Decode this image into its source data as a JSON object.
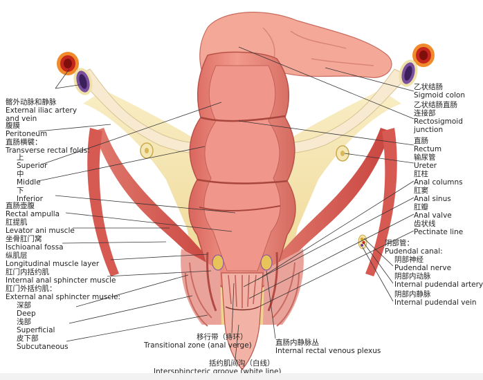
{
  "colors": {
    "bowel": "#e9837a",
    "bowel_highlight": "#f6b4a6",
    "bowel_dark": "#c45a52",
    "fat": "#f3e3a4",
    "muscle": "#d9534f",
    "peritoneum": "#f7e9c8",
    "artery": "#d7301f",
    "vein": "#6a3d9a",
    "line": "#333333"
  },
  "icons": [
    "artery-cross-section",
    "vein-cross-section",
    "ureter-cross-section",
    "pudendal-vessels"
  ],
  "left": [
    {
      "cn": "髂外动脉和静脉",
      "en": "External iliac artery\nand vein"
    },
    {
      "cn": "腹膜",
      "en": "Peritoneum"
    },
    {
      "cn": "直肠横襞：",
      "en": "Transverse rectal folds:"
    },
    {
      "cn": "上",
      "en": "Superior"
    },
    {
      "cn": "中",
      "en": "Middle"
    },
    {
      "cn": "下",
      "en": "Inferior"
    },
    {
      "cn": "直肠壶腹",
      "en": "Rectal ampulla"
    },
    {
      "cn": "肛提肌",
      "en": "Levator ani muscle"
    },
    {
      "cn": "坐骨肛门窝",
      "en": "Ischioanal fossa"
    },
    {
      "cn": "纵肌层",
      "en": "Longitudinal muscle layer"
    },
    {
      "cn": "肛门内括约肌",
      "en": "Internal anal sphincter muscle"
    },
    {
      "cn": "肛门外括约肌：",
      "en": "External anal sphincter muscle:"
    },
    {
      "cn": "深部",
      "en": "Deep"
    },
    {
      "cn": "浅部",
      "en": "Superficial"
    },
    {
      "cn": "皮下部",
      "en": "Subcutaneous"
    }
  ],
  "right": [
    {
      "cn": "乙状结肠",
      "en": "Sigmoid colon"
    },
    {
      "cn": "乙状结肠直肠\n连接部",
      "en": "Rectosigmoid\njunction"
    },
    {
      "cn": "直肠",
      "en": "Rectum"
    },
    {
      "cn": "输尿管",
      "en": "Ureter"
    },
    {
      "cn": "肛柱",
      "en": "Anal columns"
    },
    {
      "cn": "肛窦",
      "en": "Anal sinus"
    },
    {
      "cn": "肛瓣",
      "en": "Anal valve"
    },
    {
      "cn": "齿状线",
      "en": "Pectinate line"
    },
    {
      "cn": "阴部管：",
      "en": "Pudendal canal:"
    },
    {
      "cn": "阴部神经",
      "en": "Pudendal nerve"
    },
    {
      "cn": "阴部内动脉",
      "en": "Internal pudendal artery"
    },
    {
      "cn": "阴部内静脉",
      "en": "Internal pudendal vein"
    }
  ],
  "bottom": [
    {
      "cn": "移行带（痔环）",
      "en": "Transitional zone (anal verge)"
    },
    {
      "cn": "直肠内静脉丛",
      "en": "Internal rectal venous plexus"
    },
    {
      "cn": "括约肌间沟（白线）",
      "en": "Intersphincteric groove (white line)"
    }
  ]
}
